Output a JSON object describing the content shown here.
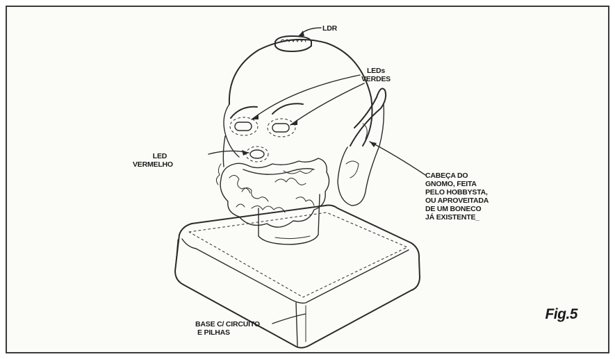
{
  "labels": {
    "ldr": "LDR",
    "leds_verdes": [
      "LEDs",
      "VERDES"
    ],
    "led_vermelho": [
      "LED",
      "VERMELHO"
    ],
    "cabeca": [
      "CABEÇA DO",
      "GNOMO, FEITA",
      "PELO HOBBYSTA,",
      "OU APROVEITADA",
      "DE UM BONECO",
      "JÁ EXISTENTE_"
    ],
    "base": [
      "BASE C/ CIRCUITO",
      "E PILHAS"
    ]
  },
  "figure_caption": "Fig.5"
}
